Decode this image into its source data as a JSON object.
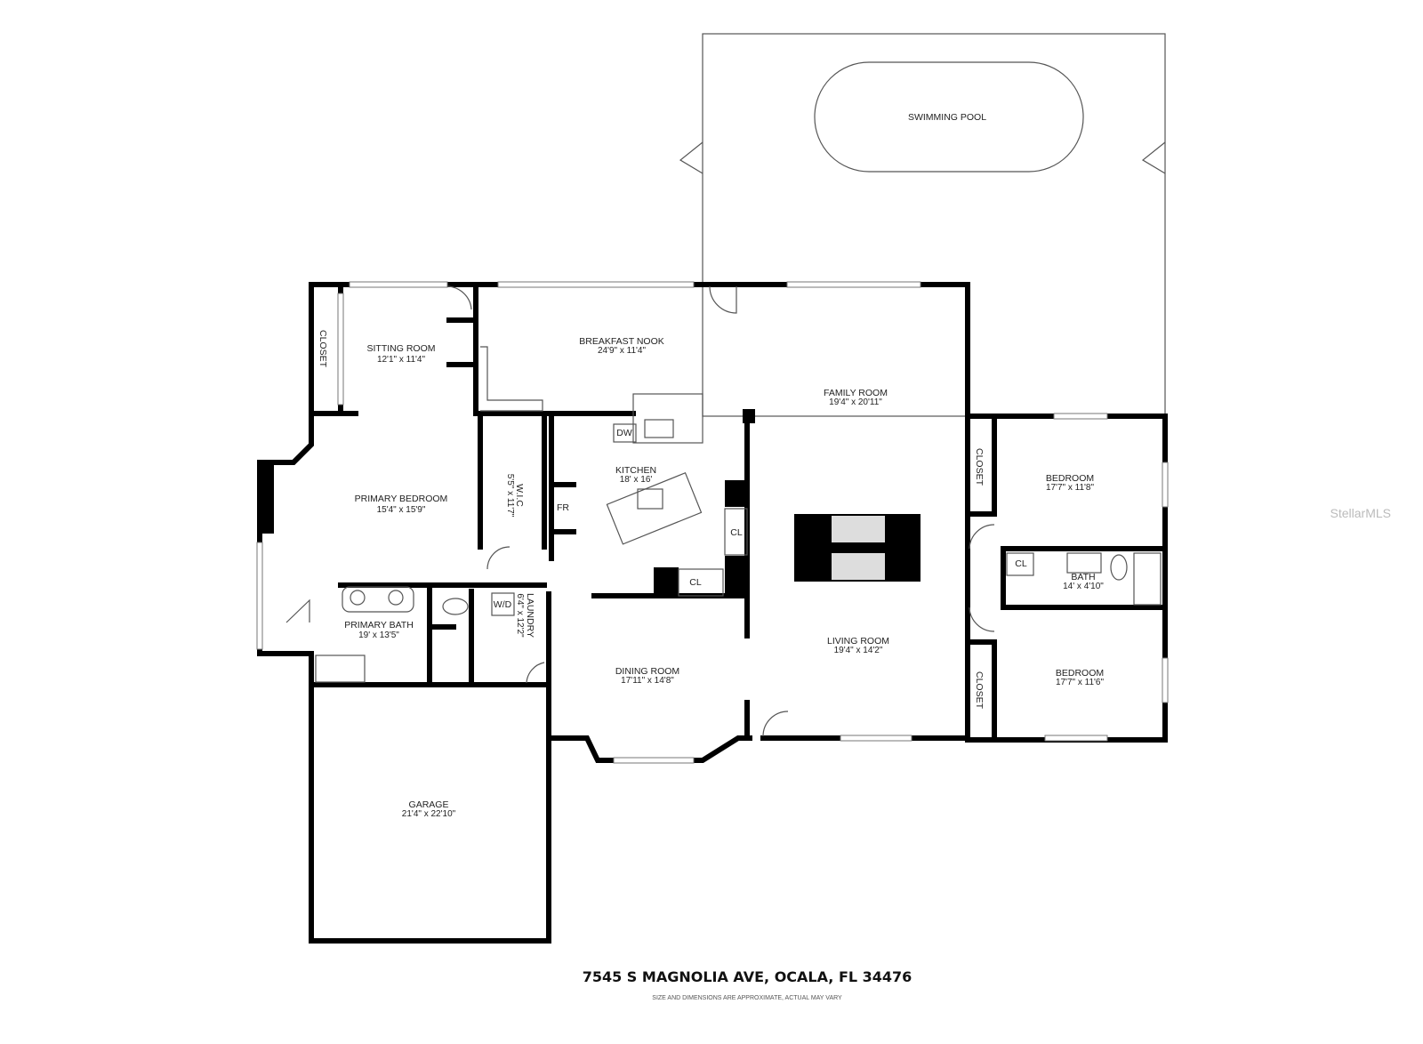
{
  "rooms": {
    "pool": {
      "name": "SWIMMING POOL"
    },
    "sitting": {
      "name": "SITTING ROOM",
      "dim": "12'1\" x 11'4\""
    },
    "closet_sitting": {
      "name": "CLOSET"
    },
    "nook": {
      "name": "BREAKFAST NOOK",
      "dim": "24'9\" x 11'4\""
    },
    "family": {
      "name": "FAMILY ROOM",
      "dim": "19'4\" x 20'11\""
    },
    "primary_bed": {
      "name": "PRIMARY BEDROOM",
      "dim": "15'4\" x 15'9\""
    },
    "wic": {
      "name": "W.I.C",
      "dim": "5'5\" x 11'7\""
    },
    "kitchen": {
      "name": "KITCHEN",
      "dim": "18' x 16'"
    },
    "primary_bath": {
      "name": "PRIMARY BATH",
      "dim": "19' x 13'5\""
    },
    "laundry": {
      "name": "LAUNDRY",
      "dim": "6'4\" x 12'2\""
    },
    "dining": {
      "name": "DINING ROOM",
      "dim": "17'11\" x 14'8\""
    },
    "living": {
      "name": "LIVING ROOM",
      "dim": "19'4\" x 14'2\""
    },
    "bed1": {
      "name": "BEDROOM",
      "dim": "17'7\" x 11'8\""
    },
    "closet1": {
      "name": "CLOSET"
    },
    "bath": {
      "name": "BATH",
      "dim": "14' x 4'10\""
    },
    "bed2": {
      "name": "BEDROOM",
      "dim": "17'7\" x 11'6\""
    },
    "closet2": {
      "name": "CLOSET"
    },
    "garage": {
      "name": "GARAGE",
      "dim": "21'4\" x 22'10\""
    }
  },
  "fixtures": {
    "dw": "DW",
    "fr": "FR",
    "cl": "CL",
    "wd": "W/D"
  },
  "footer": {
    "address": "7545 S MAGNOLIA AVE, OCALA, FL 34476",
    "disclaimer": "SIZE AND DIMENSIONS ARE APPROXIMATE, ACTUAL MAY VARY"
  },
  "watermark": "StellarMLS"
}
